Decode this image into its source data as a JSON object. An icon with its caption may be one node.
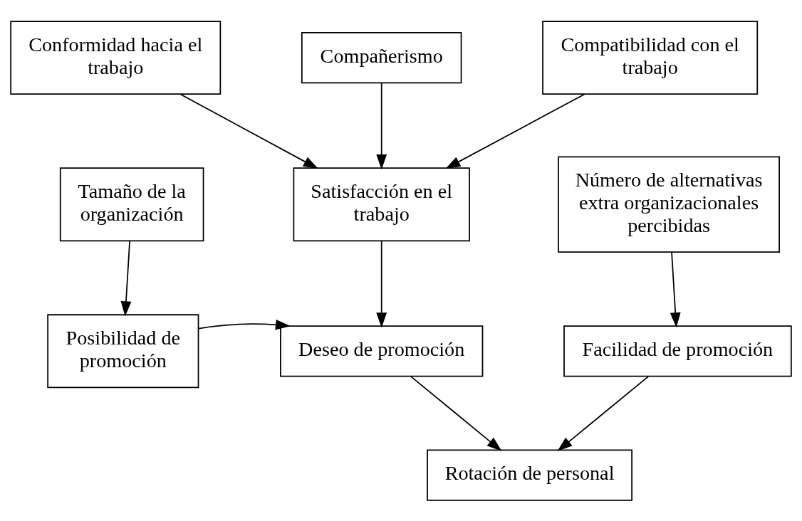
{
  "diagram": {
    "nodes": [
      {
        "text": [
          "Conformidad hacia el trabajo"
        ]
      },
      {
        "text": [
          "Compañerismo"
        ]
      },
      {
        "text": [
          "Compatibilidad con el trabajo"
        ]
      },
      {
        "text": [
          "Tamaño de la organización"
        ]
      },
      {
        "text": [
          "Satisfacción en el trabajo"
        ]
      },
      {
        "text": [
          "Número de alternativas extra organizacionales percibidas"
        ]
      },
      {
        "text": [
          "Posibilidad de promoción"
        ]
      },
      {
        "text": [
          "Deseo de promoción"
        ]
      },
      {
        "text": [
          "Facilidad de promoción"
        ]
      },
      {
        "text": [
          "Rotación de personal"
        ]
      }
    ],
    "edges": [
      {
        "from": 0,
        "to": 4,
        "arrow": "to"
      },
      {
        "from": 1,
        "to": 4,
        "arrow": "to"
      },
      {
        "from": 2,
        "to": 4,
        "arrow": "to"
      },
      {
        "from": 3,
        "to": 6,
        "arrow": "to"
      },
      {
        "from": 4,
        "to": 7,
        "arrow": "to"
      },
      {
        "from": 6,
        "to": 7,
        "arrow": "to"
      },
      {
        "from": 5,
        "to": 8,
        "arrow": "to"
      },
      {
        "from": 7,
        "to": 9,
        "arrow": "to"
      },
      {
        "from": 8,
        "to": 9,
        "arrow": "to"
      }
    ]
  }
}
